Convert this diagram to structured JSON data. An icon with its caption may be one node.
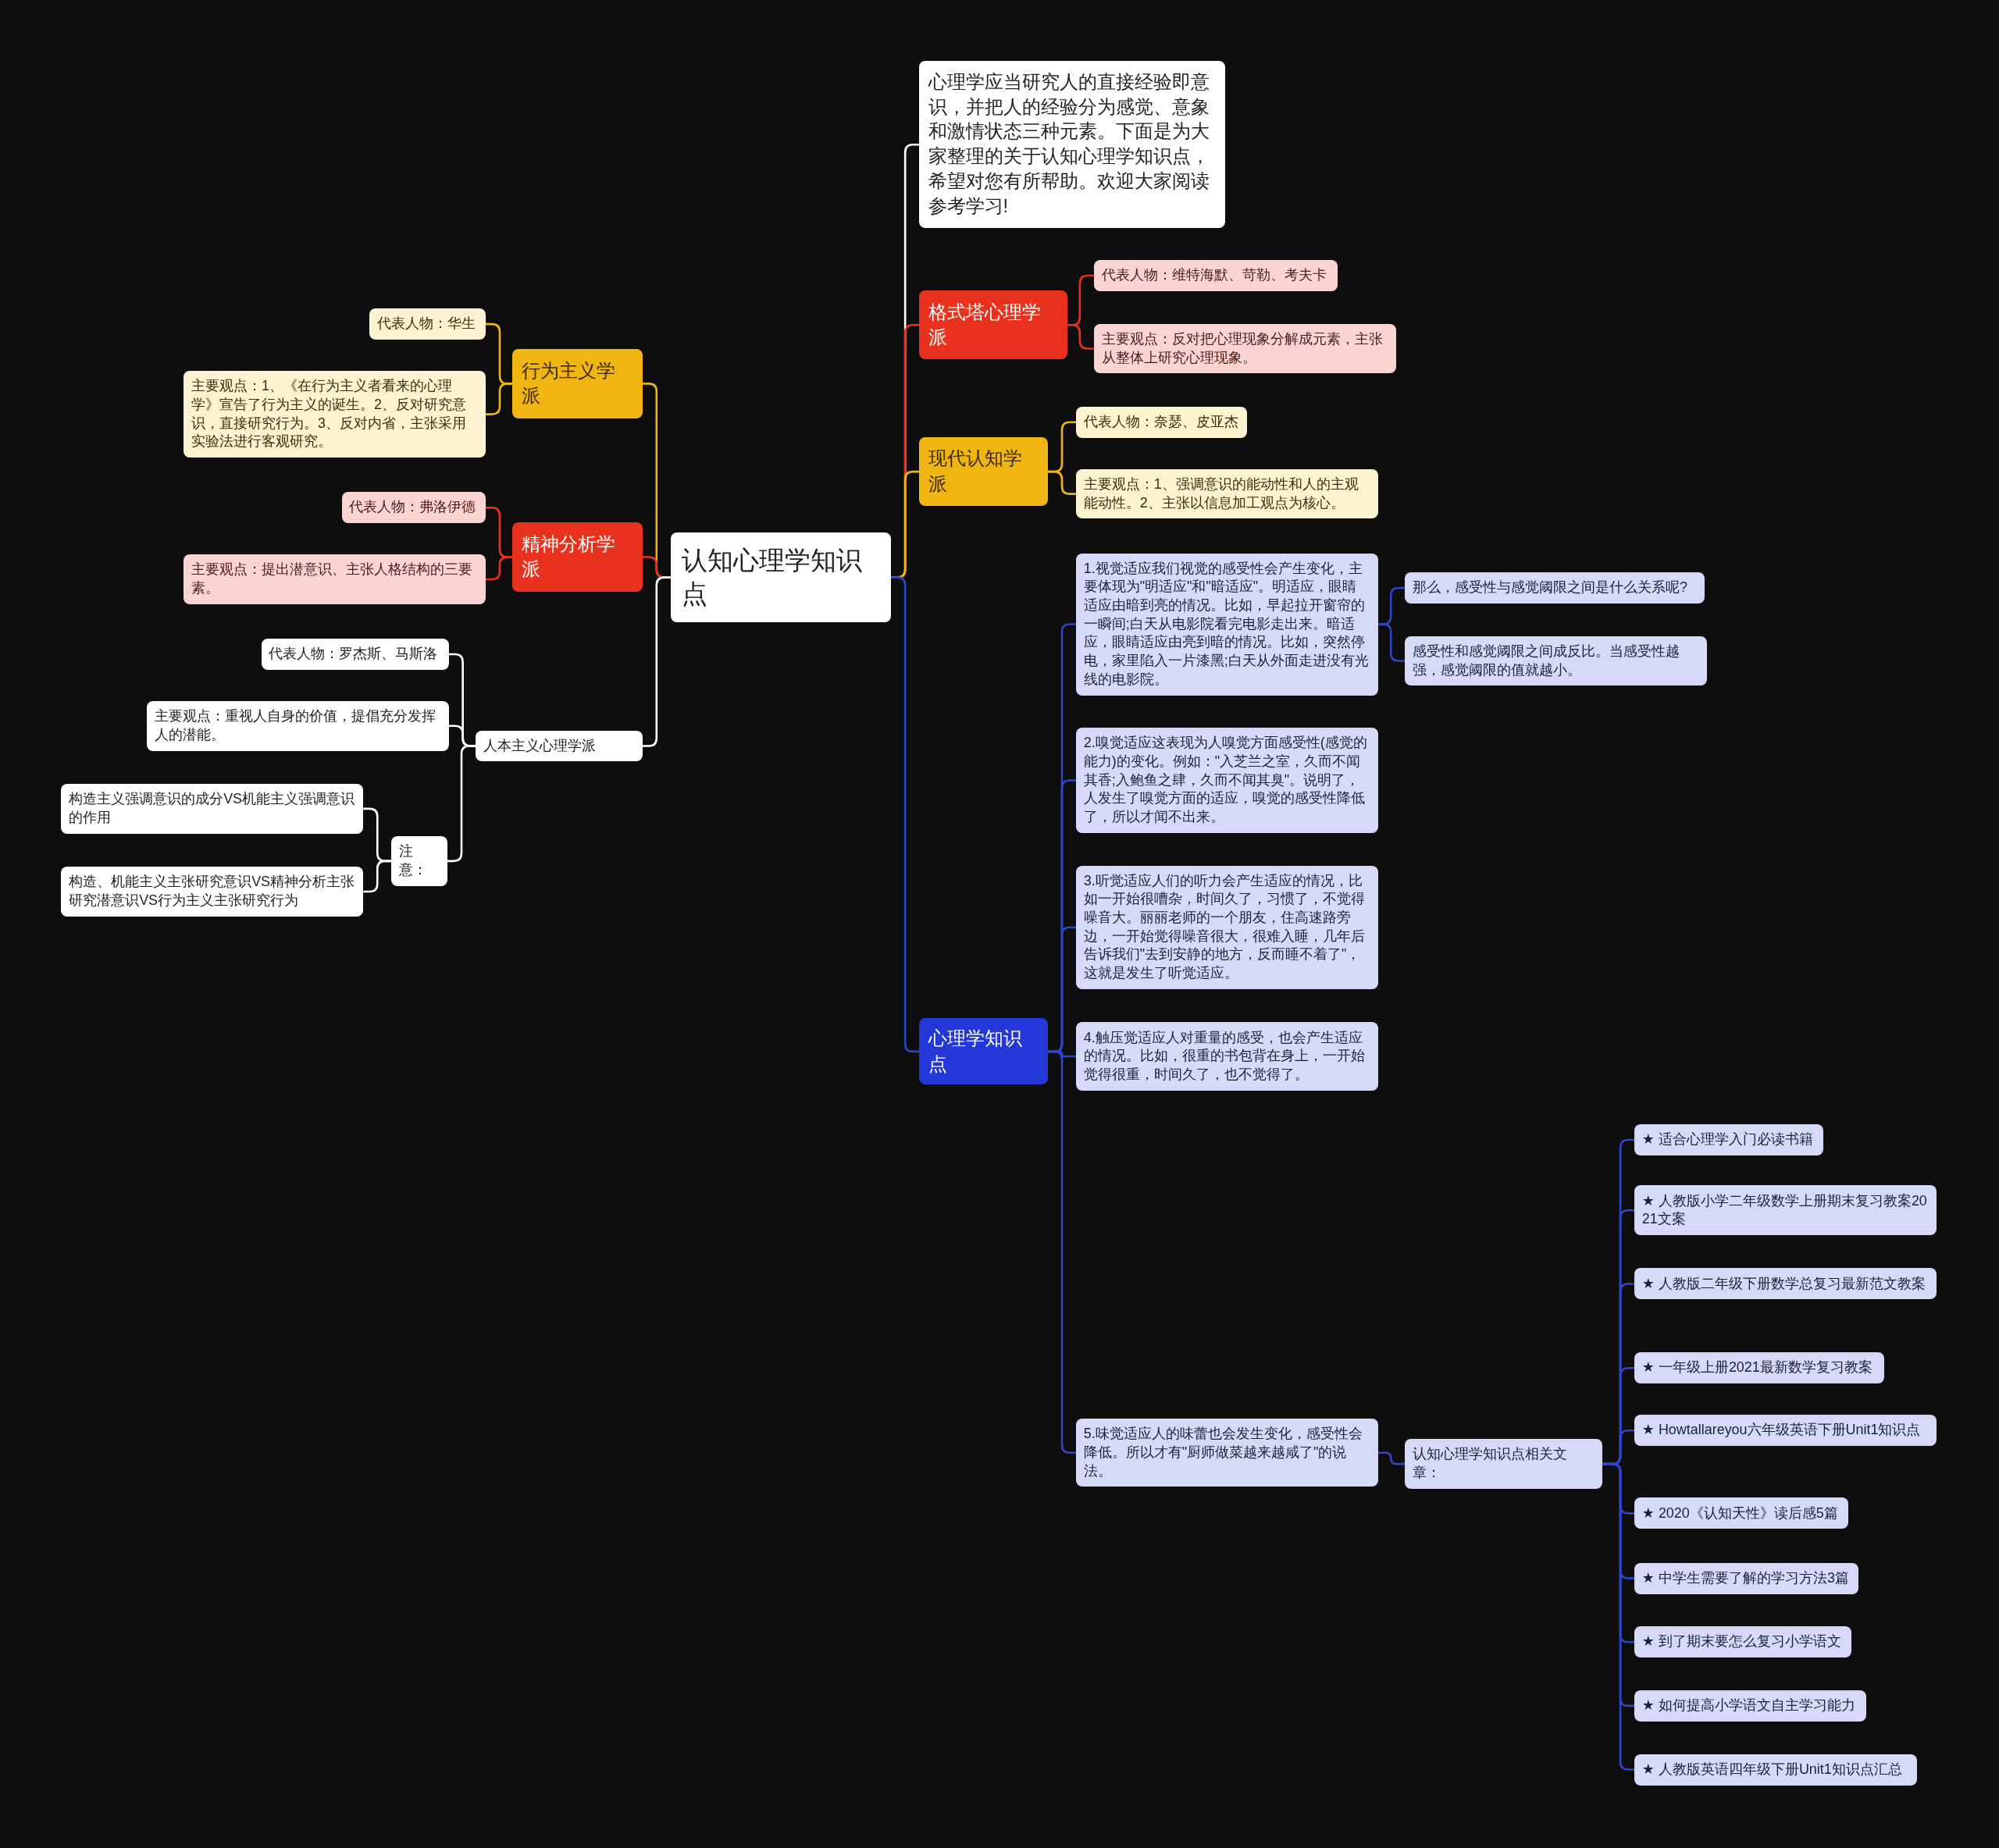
{
  "diagram": {
    "nodes": [
      {
        "text": [
          "认知心理学知识点"
        ]
      },
      {
        "text": [
          "心理学应当研究人的直接经验即意识，并把人的经验分为感觉、意象和激情状态三种元素。下面是为大家整理的关于认知心理学知识点，希望对您有所帮助。欢迎大家阅读参考学习!"
        ]
      },
      {
        "text": [
          "格式塔心理学派"
        ]
      },
      {
        "text": [
          "代表人物：维特海默、苛勒、考夫卡"
        ]
      },
      {
        "text": [
          "主要观点：反对把心理现象分解成元素，主张从整体上研究心理现象。"
        ]
      },
      {
        "text": [
          "现代认知学派"
        ]
      },
      {
        "text": [
          "代表人物：奈瑟、皮亚杰"
        ]
      },
      {
        "text": [
          "主要观点：1、强调意识的能动性和人的主观能动性。2、主张以信息加工观点为核心。"
        ]
      },
      {
        "text": [
          "心理学知识点"
        ]
      },
      {
        "text": [
          "1.视觉适应我们视觉的感受性会产生变化，主要体现为\"明适应\"和\"暗适应\"。明适应，眼睛适应由暗到亮的情况。比如，早起拉开窗帘的一瞬间;白天从电影院看完电影走出来。暗适应，眼睛适应由亮到暗的情况。比如，突然停电，家里陷入一片漆黑;白天从外面走进没有光线的电影院。"
        ]
      },
      {
        "text": [
          "那么，感受性与感觉阈限之间是什么关系呢?"
        ]
      },
      {
        "text": [
          "感受性和感觉阈限之间成反比。当感受性越强，感觉阈限的值就越小。"
        ]
      },
      {
        "text": [
          "2.嗅觉适应这表现为人嗅觉方面感受性(感觉的能力)的变化。例如：\"入芝兰之室，久而不闻其香;入鲍鱼之肆，久而不闻其臭\"。说明了，人发生了嗅觉方面的适应，嗅觉的感受性降低了，所以才闻不出来。"
        ]
      },
      {
        "text": [
          "3.听觉适应人们的听力会产生适应的情况，比如一开始很嘈杂，时间久了，习惯了，不觉得噪音大。丽丽老师的一个朋友，住高速路旁边，一开始觉得噪音很大，很难入睡，几年后告诉我们\"去到安静的地方，反而睡不着了\"，这就是发生了听觉适应。"
        ]
      },
      {
        "text": [
          "4.触压觉适应人对重量的感受，也会产生适应的情况。比如，很重的书包背在身上，一开始觉得很重，时间久了，也不觉得了。"
        ]
      },
      {
        "text": [
          "5.味觉适应人的味蕾也会发生变化，感受性会降低。所以才有\"厨师做菜越来越咸了\"的说法。"
        ]
      },
      {
        "text": [
          "认知心理学知识点相关文章："
        ]
      },
      {
        "text": [
          "★ 适合心理学入门必读书籍"
        ]
      },
      {
        "text": [
          "★ 人教版小学二年级数学上册期末复习教案2021文案"
        ]
      },
      {
        "text": [
          "★ 人教版二年级下册数学总复习最新范文教案"
        ]
      },
      {
        "text": [
          "★ 一年级上册2021最新数学复习教案"
        ]
      },
      {
        "text": [
          "★ Howtallareyou六年级英语下册Unit1知识点"
        ]
      },
      {
        "text": [
          "★ 2020《认知天性》读后感5篇"
        ]
      },
      {
        "text": [
          "★ 中学生需要了解的学习方法3篇"
        ]
      },
      {
        "text": [
          "★ 到了期末要怎么复习小学语文"
        ]
      },
      {
        "text": [
          "★ 如何提高小学语文自主学习能力"
        ]
      },
      {
        "text": [
          "★ 人教版英语四年级下册Unit1知识点汇总"
        ]
      },
      {
        "text": [
          "行为主义学派"
        ]
      },
      {
        "text": [
          "代表人物：华生"
        ]
      },
      {
        "text": [
          "主要观点：1、《在行为主义者看来的心理学》宣告了行为主义的诞生。2、反对研究意识，直接研究行为。3、反对内省，主张采用实验法进行客观研究。"
        ]
      },
      {
        "text": [
          "精神分析学派"
        ]
      },
      {
        "text": [
          "代表人物：弗洛伊德"
        ]
      },
      {
        "text": [
          "主要观点：提出潜意识、主张人格结构的三要素。"
        ]
      },
      {
        "text": [
          "人本主义心理学派"
        ]
      },
      {
        "text": [
          "代表人物：罗杰斯、马斯洛"
        ]
      },
      {
        "text": [
          "主要观点：重视人自身的价值，提倡充分发挥人的潜能。"
        ]
      },
      {
        "text": [
          "注意："
        ]
      },
      {
        "text": [
          "构造主义强调意识的成分VS机能主义强调意识的作用"
        ]
      },
      {
        "text": [
          "构造、机能主义主张研究意识VS精神分析主张研究潜意识VS行为主义主张研究行为"
        ]
      }
    ],
    "edges": [
      {
        "from": 0,
        "to": 1,
        "arrow": "none",
        "color": "#ffffff"
      },
      {
        "from": 0,
        "to": 2,
        "arrow": "none",
        "color": "#e8321e"
      },
      {
        "from": 2,
        "to": 3,
        "arrow": "none",
        "color": "#e8321e"
      },
      {
        "from": 2,
        "to": 4,
        "arrow": "none",
        "color": "#e8321e"
      },
      {
        "from": 0,
        "to": 5,
        "arrow": "none",
        "color": "#f0b510"
      },
      {
        "from": 5,
        "to": 6,
        "arrow": "none",
        "color": "#f0b510"
      },
      {
        "from": 5,
        "to": 7,
        "arrow": "none",
        "color": "#f0b510"
      },
      {
        "from": 0,
        "to": 8,
        "arrow": "none"
      },
      {
        "from": 8,
        "to": 9,
        "arrow": "none"
      },
      {
        "from": 9,
        "to": 10,
        "arrow": "none"
      },
      {
        "from": 9,
        "to": 11,
        "arrow": "none"
      },
      {
        "from": 8,
        "to": 12,
        "arrow": "none"
      },
      {
        "from": 8,
        "to": 13,
        "arrow": "none"
      },
      {
        "from": 8,
        "to": 14,
        "arrow": "none"
      },
      {
        "from": 8,
        "to": 15,
        "arrow": "none"
      },
      {
        "from": 15,
        "to": 16,
        "arrow": "none"
      },
      {
        "from": 16,
        "to": 17,
        "arrow": "none"
      },
      {
        "from": 16,
        "to": 18,
        "arrow": "none"
      },
      {
        "from": 16,
        "to": 19,
        "arrow": "none"
      },
      {
        "from": 16,
        "to": 20,
        "arrow": "none"
      },
      {
        "from": 16,
        "to": 21,
        "arrow": "none"
      },
      {
        "from": 16,
        "to": 22,
        "arrow": "none"
      },
      {
        "from": 16,
        "to": 23,
        "arrow": "none"
      },
      {
        "from": 16,
        "to": 24,
        "arrow": "none"
      },
      {
        "from": 16,
        "to": 25,
        "arrow": "none"
      },
      {
        "from": 16,
        "to": 26,
        "arrow": "none"
      },
      {
        "from": 0,
        "to": 27,
        "arrow": "none",
        "color": "#f0b510"
      },
      {
        "from": 27,
        "to": 28,
        "arrow": "none",
        "color": "#f0b510"
      },
      {
        "from": 27,
        "to": 29,
        "arrow": "none",
        "color": "#f0b510"
      },
      {
        "from": 0,
        "to": 30,
        "arrow": "none",
        "color": "#e8321e"
      },
      {
        "from": 30,
        "to": 31,
        "arrow": "none",
        "color": "#e8321e"
      },
      {
        "from": 30,
        "to": 32,
        "arrow": "none",
        "color": "#e8321e"
      },
      {
        "from": 0,
        "to": 33,
        "arrow": "none",
        "color": "#ffffff"
      },
      {
        "from": 33,
        "to": 34,
        "arrow": "none",
        "color": "#ffffff"
      },
      {
        "from": 33,
        "to": 35,
        "arrow": "none",
        "color": "#ffffff"
      },
      {
        "from": 33,
        "to": 36,
        "arrow": "none",
        "color": "#ffffff"
      },
      {
        "from": 36,
        "to": 37,
        "arrow": "none",
        "color": "#ffffff"
      },
      {
        "from": 36,
        "to": 38,
        "arrow": "none",
        "color": "#ffffff"
      }
    ]
  }
}
